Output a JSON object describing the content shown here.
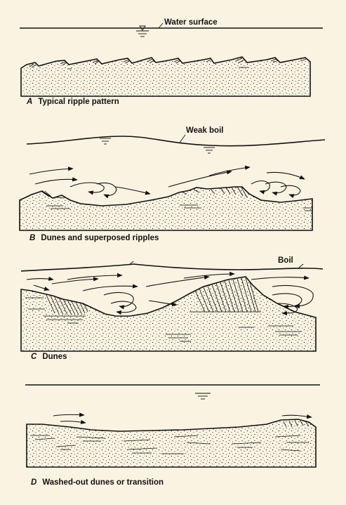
{
  "background_color": "#fbf3e2",
  "ink_color": "#111111",
  "panels": [
    {
      "letter": "A",
      "caption": "Typical ripple pattern",
      "label": "Water surface"
    },
    {
      "letter": "B",
      "caption": "Dunes and superposed ripples",
      "label": "Weak boil"
    },
    {
      "letter": "C",
      "caption": "Dunes",
      "label": "Boil"
    },
    {
      "letter": "D",
      "caption": "Washed-out dunes or transition",
      "label": ""
    }
  ]
}
